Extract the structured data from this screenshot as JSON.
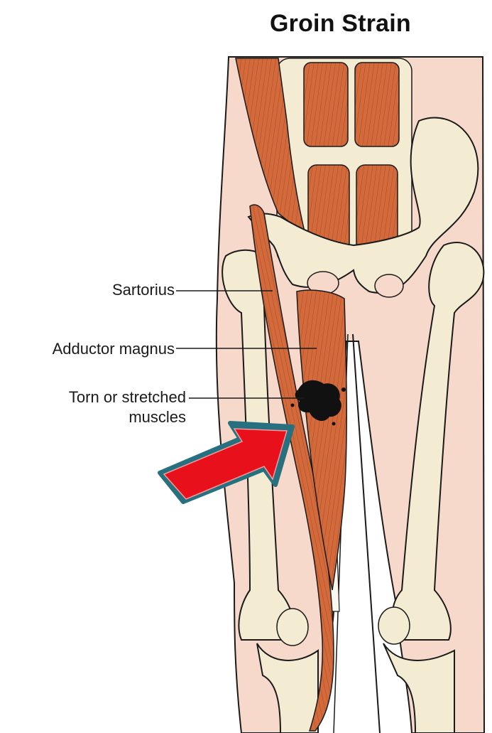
{
  "title": "Groin Strain",
  "labels": {
    "sartorius": "Sartorius",
    "adductor": "Adductor magnus",
    "torn_line1": "Torn or stretched",
    "torn_line2": "muscles"
  },
  "colors": {
    "skin": "#f7d9cc",
    "muscle": "#d26a3c",
    "bone": "#f4ecd2",
    "tendon": "#fbf7ee",
    "outline": "#1a1a1a",
    "arrow_fill": "#e8101a",
    "arrow_border": "#27707f",
    "injury": "#111111"
  },
  "icons": {
    "pointer_arrow": "arrow-icon"
  }
}
